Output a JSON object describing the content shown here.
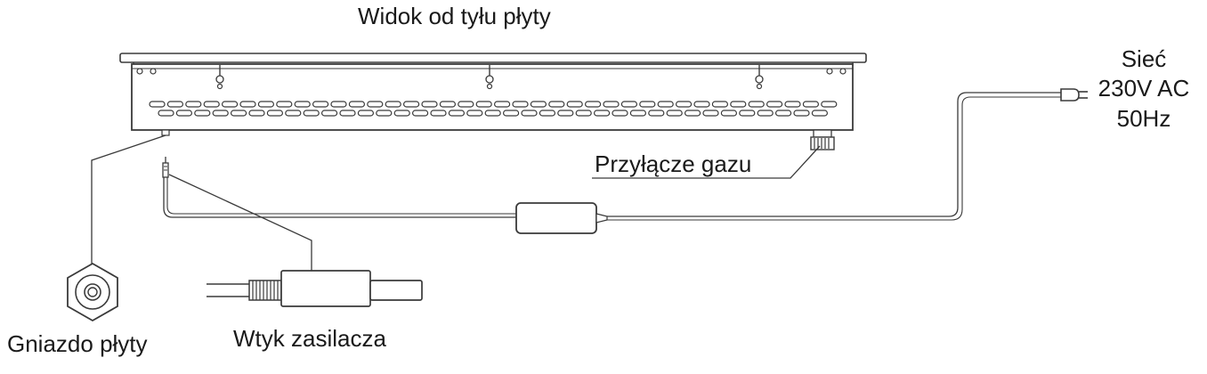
{
  "labels": {
    "title": "Widok od tyłu płyty",
    "gas_connection": "Przyłącze gazu",
    "hob_socket": "Gniazdo płyty",
    "adapter_plug": "Wtyk zasilacza",
    "mains_line1": "Sieć",
    "mains_line2": "230V AC",
    "mains_line3": "50Hz"
  }
}
